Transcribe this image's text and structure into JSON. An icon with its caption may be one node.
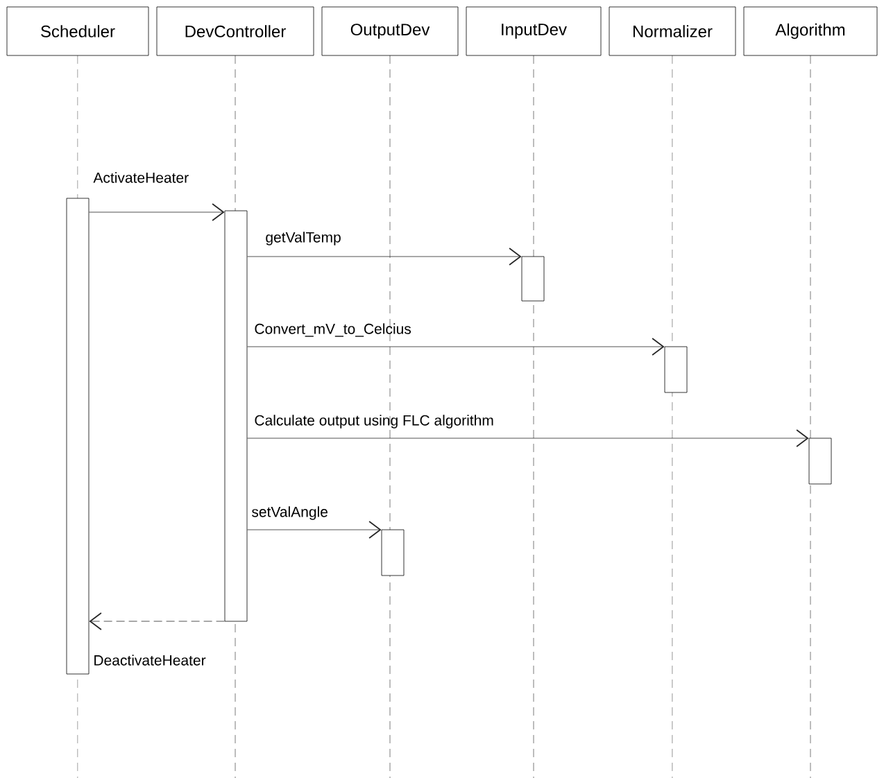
{
  "diagram": {
    "nodes": [
      {
        "text": [
          "Scheduler"
        ]
      },
      {
        "text": [
          "DevController"
        ]
      },
      {
        "text": [
          "OutputDev"
        ]
      },
      {
        "text": [
          "InputDev"
        ]
      },
      {
        "text": [
          "Normalizer"
        ]
      },
      {
        "text": [
          "Algorithm"
        ]
      },
      {
        "text": [],
        "shape": "bar"
      },
      {
        "text": [],
        "shape": "bar"
      },
      {
        "text": [],
        "shape": "bar"
      },
      {
        "text": [],
        "shape": "bar"
      },
      {
        "text": [],
        "shape": "bar"
      },
      {
        "text": [],
        "shape": "bar"
      }
    ],
    "edges": [
      {
        "from": 6,
        "to": 7,
        "arrow": "to",
        "label": "ActivateHeater"
      },
      {
        "from": 7,
        "to": 8,
        "arrow": "to",
        "label": "getValTemp"
      },
      {
        "from": 7,
        "to": 9,
        "arrow": "to",
        "label": "Convert_mV_to_Celcius"
      },
      {
        "from": 7,
        "to": 10,
        "arrow": "to",
        "label": "Calculate output using FLC algorithm"
      },
      {
        "from": 7,
        "to": 11,
        "arrow": "to",
        "label": "setValAngle"
      },
      {
        "from": 7,
        "to": 6,
        "arrow": "to",
        "label": "DeactivateHeater",
        "style": "dashed"
      }
    ]
  }
}
